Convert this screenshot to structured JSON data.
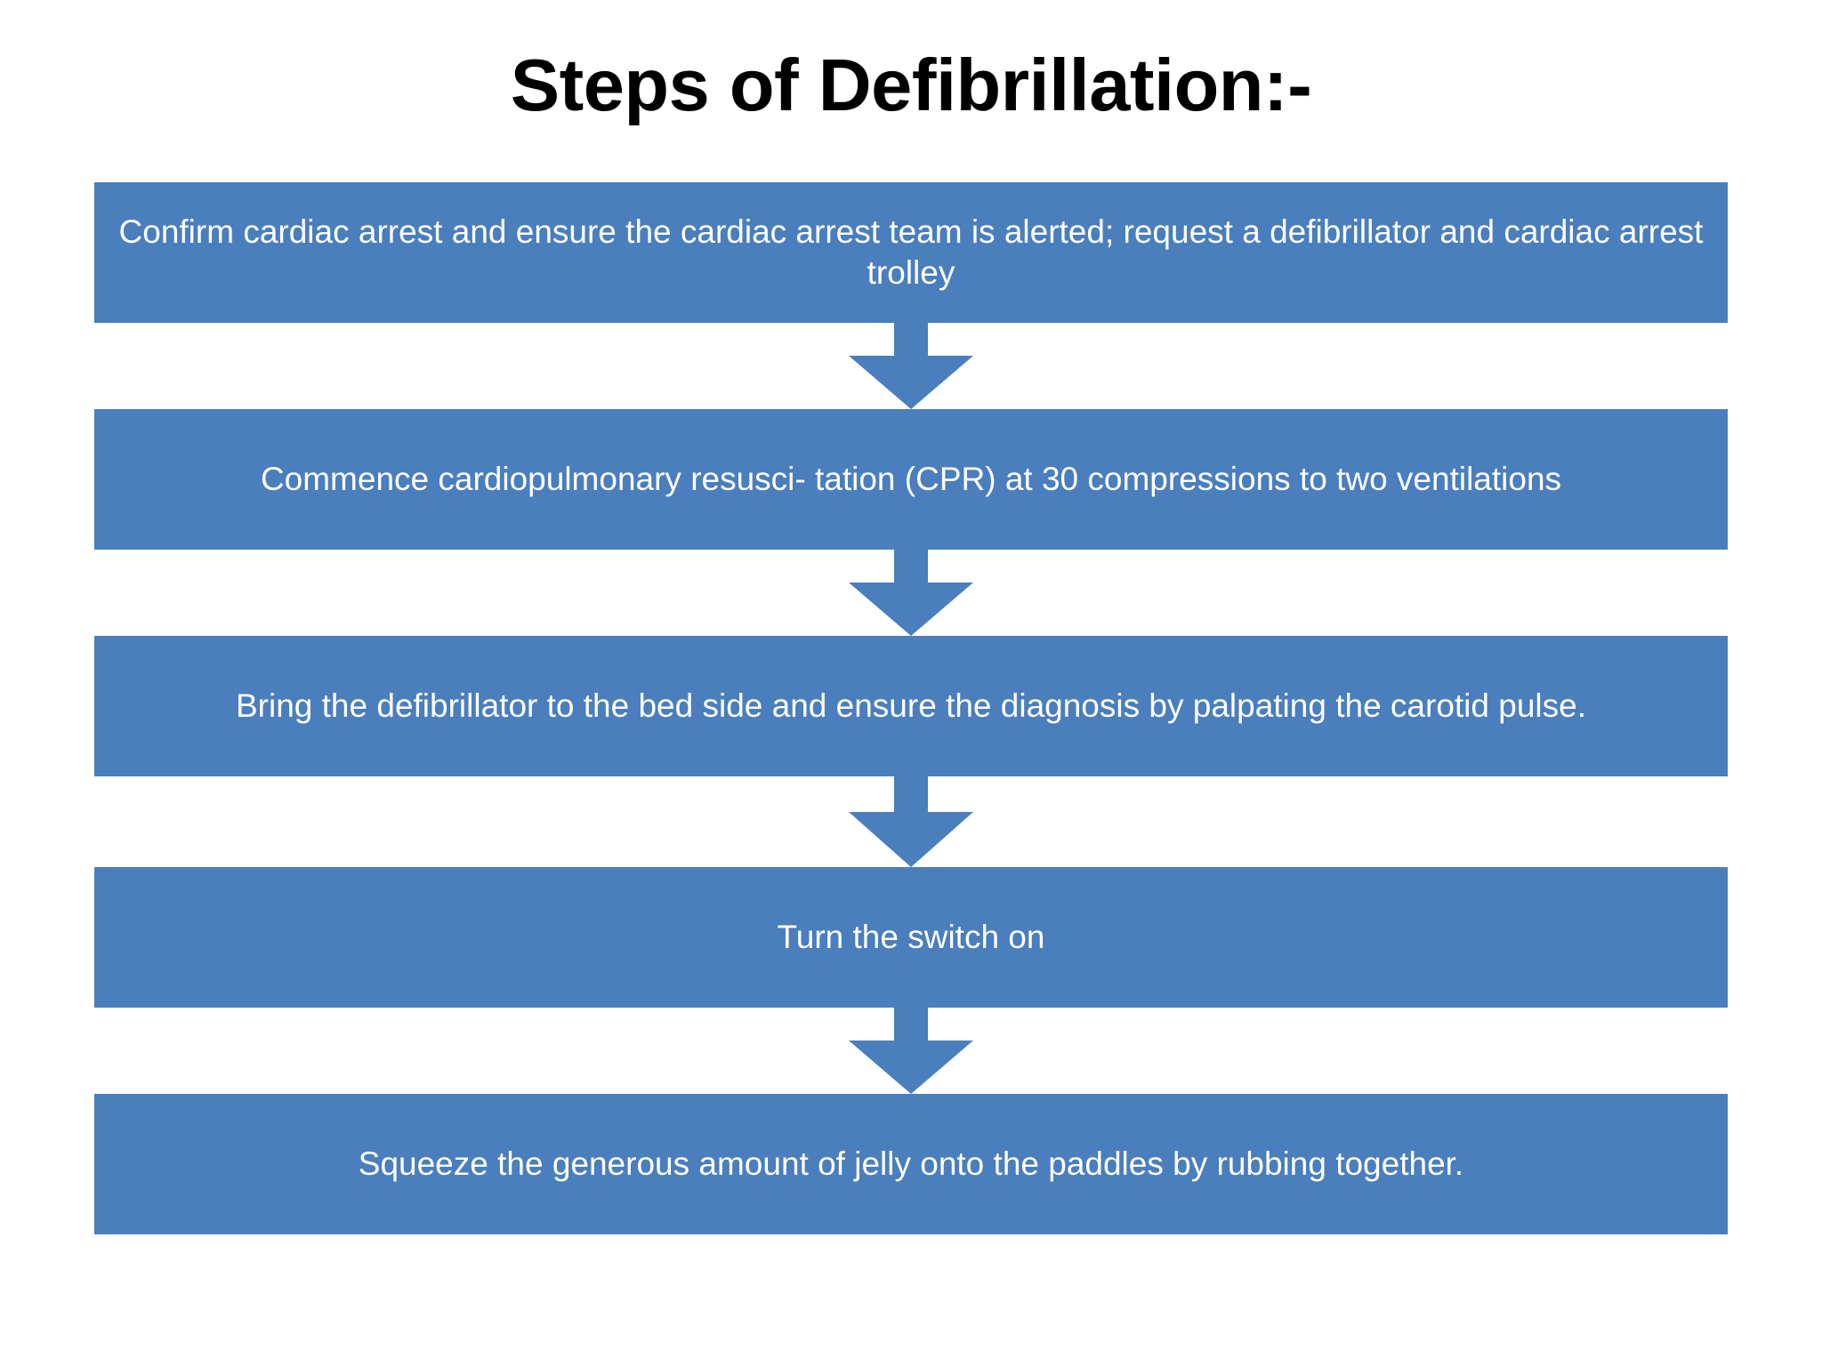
{
  "slide": {
    "title": "Steps of Defibrillation:-",
    "background_color": "#ffffff",
    "box_color": "#4a7ebc",
    "box_text_color": "#ffffff",
    "title_color": "#000000",
    "arrow_color": "#4a7ebc"
  },
  "chart_data": {
    "type": "diagram",
    "diagram_kind": "vertical-flowchart",
    "title": "Steps of Defibrillation:-",
    "orientation": "top-to-bottom",
    "node_count": 5,
    "connector_count": 4,
    "connector_icon": "down-arrow-icon",
    "nodes": [
      {
        "index": 1,
        "text": "Confirm cardiac arrest and ensure the cardiac arrest team is alerted; request a defibrillator and cardiac arrest trolley",
        "lines": [
          "Confirm cardiac arrest and ensure the cardiac arrest team is alerted; request a defibrillator",
          "and cardiac arrest trolley"
        ]
      },
      {
        "index": 2,
        "text": "Commence cardiopulmonary resusci- tation (CPR) at 30 compressions to two ventilations",
        "lines": [
          "Commence cardiopulmonary resusci- tation (CPR) at 30 compressions to two ventilations"
        ]
      },
      {
        "index": 3,
        "text": "Bring the defibrillator to the bed side and ensure the diagnosis by palpating the carotid pulse.",
        "lines": [
          "Bring the defibrillator to the bed side and ensure the diagnosis by palpating the carotid",
          "pulse."
        ]
      },
      {
        "index": 4,
        "text": "Turn the switch on",
        "lines": [
          "Turn the switch on"
        ]
      },
      {
        "index": 5,
        "text": "Squeeze the generous amount of jelly onto the paddles by rubbing together.",
        "lines": [
          "Squeeze the generous amount of jelly onto the paddles by rubbing together."
        ]
      }
    ]
  },
  "steps": {
    "step1": "Confirm cardiac arrest and ensure the cardiac arrest team is alerted; request a defibrillator and cardiac arrest trolley",
    "step2": "Commence cardiopulmonary resusci- tation (CPR) at 30 compressions to two ventilations",
    "step3": "Bring the defibrillator to the bed side and ensure the diagnosis by palpating the carotid pulse.",
    "step4": "Turn the switch on",
    "step5": "Squeeze the generous amount of jelly onto the paddles by rubbing together."
  }
}
